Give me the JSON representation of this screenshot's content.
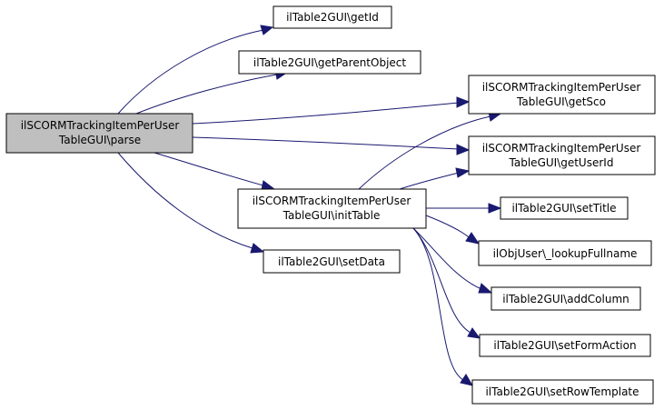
{
  "graph": {
    "colors": {
      "edge": "#191970",
      "root_fill": "#bfbfbf",
      "node_fill": "#ffffff",
      "border": "#000000"
    },
    "nodes": {
      "parse": {
        "lines": [
          "ilSCORMTrackingItemPerUser",
          "TableGUI\\parse"
        ]
      },
      "getId": {
        "lines": [
          "ilTable2GUI\\getId"
        ]
      },
      "getParentObject": {
        "lines": [
          "ilTable2GUI\\getParentObject"
        ]
      },
      "getSco": {
        "lines": [
          "ilSCORMTrackingItemPerUser",
          "TableGUI\\getSco"
        ]
      },
      "getUserId": {
        "lines": [
          "ilSCORMTrackingItemPerUser",
          "TableGUI\\getUserId"
        ]
      },
      "initTable": {
        "lines": [
          "ilSCORMTrackingItemPerUser",
          "TableGUI\\initTable"
        ]
      },
      "setData": {
        "lines": [
          "ilTable2GUI\\setData"
        ]
      },
      "setTitle": {
        "lines": [
          "ilTable2GUI\\setTitle"
        ]
      },
      "lookupFullname": {
        "lines": [
          "ilObjUser\\_lookupFullname"
        ]
      },
      "addColumn": {
        "lines": [
          "ilTable2GUI\\addColumn"
        ]
      },
      "setFormAction": {
        "lines": [
          "ilTable2GUI\\setFormAction"
        ]
      },
      "setRowTemplate": {
        "lines": [
          "ilTable2GUI\\setRowTemplate"
        ]
      }
    }
  }
}
